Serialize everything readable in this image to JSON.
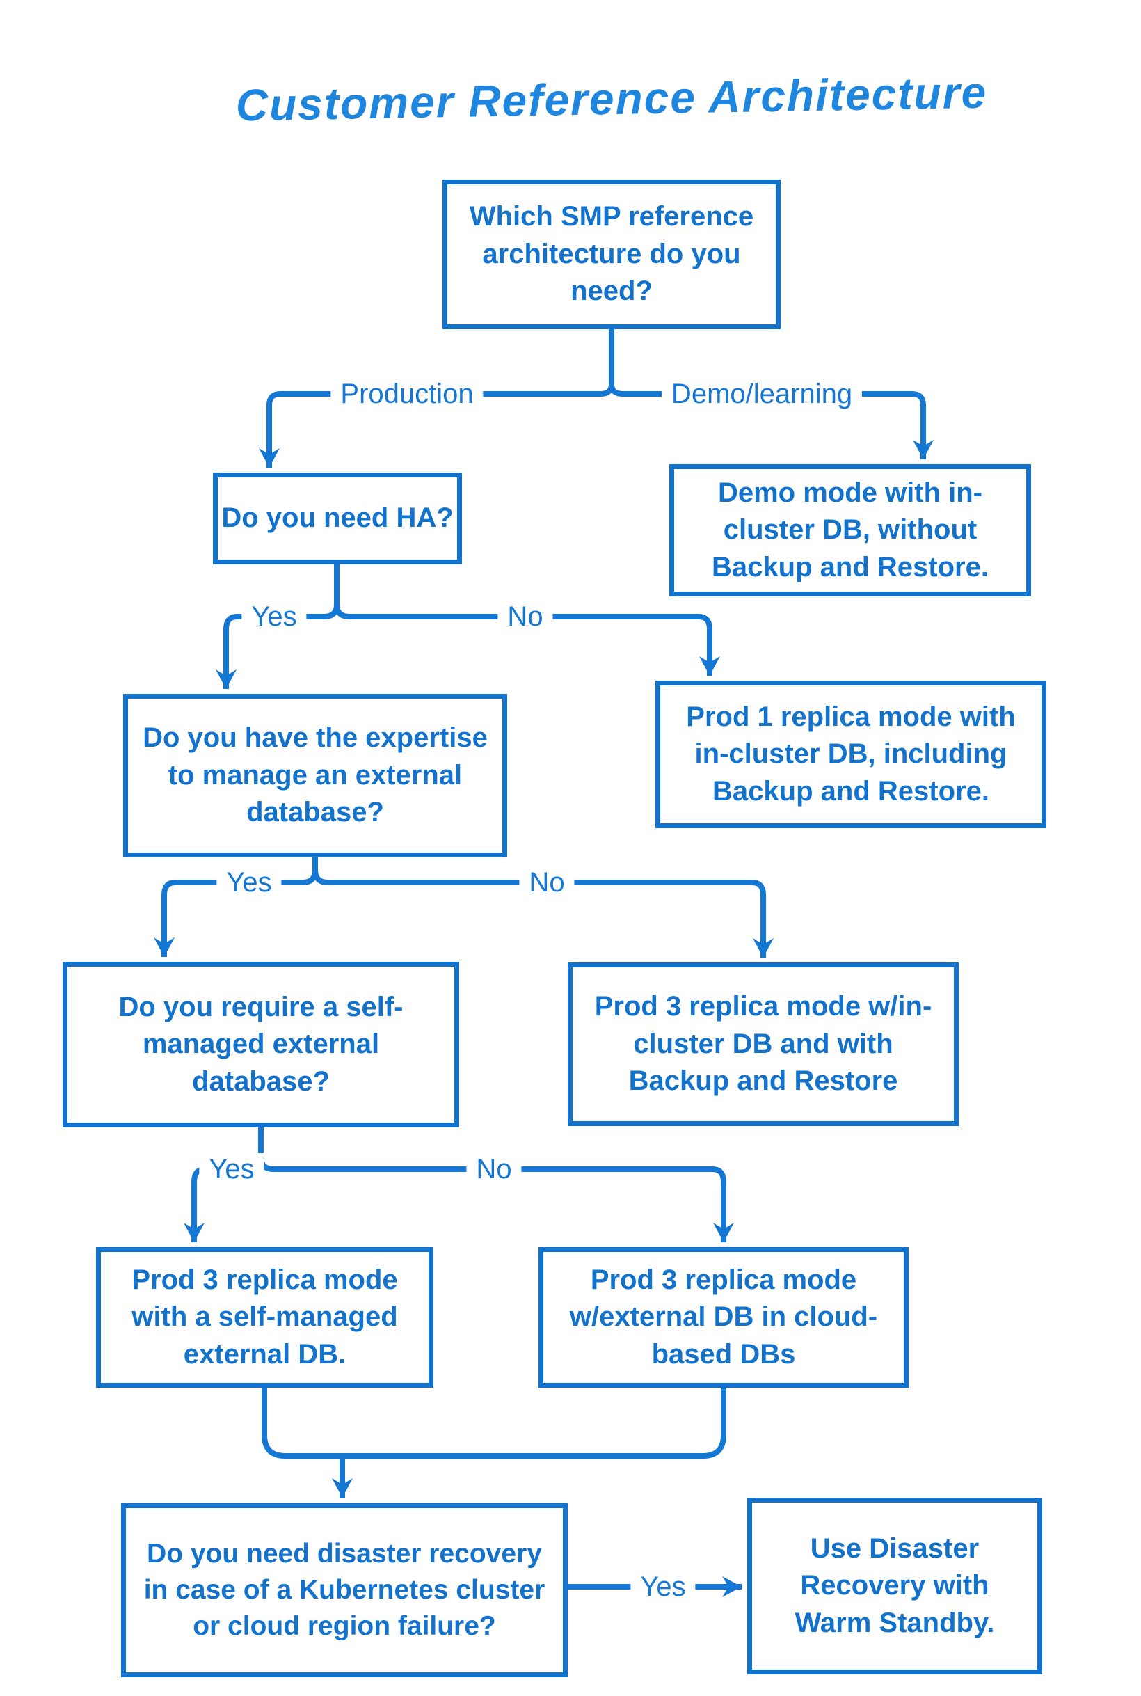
{
  "title": "Customer Reference Architecture",
  "colors": {
    "accent": "#1272CC",
    "line": "#1577D4",
    "title_blue": "#1E86DE",
    "background": "#FFFFFF"
  },
  "nodes": {
    "q1": {
      "kind": "decision",
      "text": "Which SMP reference\narchitecture do you\nneed?"
    },
    "q2": {
      "kind": "decision",
      "text": "Do you need HA?"
    },
    "demo": {
      "kind": "outcome",
      "text": "Demo mode with in-\ncluster DB, without\nBackup and Restore."
    },
    "q3": {
      "kind": "decision",
      "text": "Do you have the expertise\nto manage an external\ndatabase?"
    },
    "prod1": {
      "kind": "outcome",
      "text": "Prod 1 replica mode with\nin-cluster DB, including\nBackup and Restore."
    },
    "q4": {
      "kind": "decision",
      "text": "Do you require a self-\nmanaged external\ndatabase?"
    },
    "p3_incluster": {
      "kind": "outcome",
      "text": "Prod 3 replica mode w/in-\ncluster DB and with\nBackup and Restore"
    },
    "p3_selfmanaged": {
      "kind": "outcome",
      "text": "Prod 3 replica mode\nwith a self-managed\nexternal DB."
    },
    "p3_cloud": {
      "kind": "outcome",
      "text": "Prod 3 replica mode\nw/external DB in cloud-\nbased DBs"
    },
    "q5": {
      "kind": "decision",
      "text": "Do you need disaster recovery\nin case of a Kubernetes cluster\nor cloud region failure?"
    },
    "dr": {
      "kind": "outcome",
      "text": "Use Disaster\nRecovery with\nWarm Standby."
    }
  },
  "edges": [
    {
      "from": "q1",
      "to": "q2",
      "label": "Production"
    },
    {
      "from": "q1",
      "to": "demo",
      "label": "Demo/learning"
    },
    {
      "from": "q2",
      "to": "q3",
      "label": "Yes"
    },
    {
      "from": "q2",
      "to": "prod1",
      "label": "No"
    },
    {
      "from": "q3",
      "to": "q4",
      "label": "Yes"
    },
    {
      "from": "q3",
      "to": "p3_incluster",
      "label": "No"
    },
    {
      "from": "q4",
      "to": "p3_selfmanaged",
      "label": "Yes"
    },
    {
      "from": "q4",
      "to": "p3_cloud",
      "label": "No"
    },
    {
      "from": "p3_selfmanaged",
      "to": "q5",
      "label": ""
    },
    {
      "from": "p3_cloud",
      "to": "q5",
      "label": ""
    },
    {
      "from": "q5",
      "to": "dr",
      "label": "Yes"
    }
  ]
}
